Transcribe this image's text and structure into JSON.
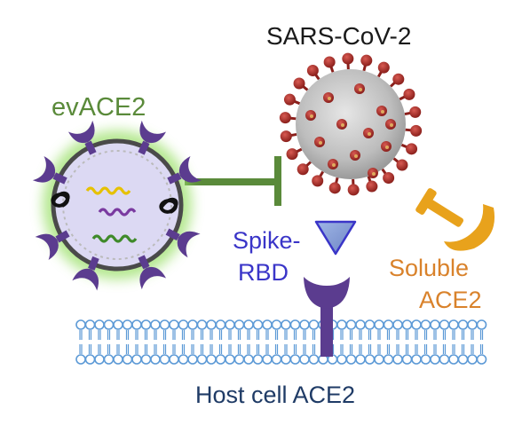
{
  "labels": {
    "virus": "SARS-CoV-2",
    "ev": "evACE2",
    "spike_line1": "Spike-",
    "spike_line2": "RBD",
    "soluble_line1": "Soluble",
    "soluble_line2": "ACE2",
    "host": "Host cell ACE2"
  },
  "colors": {
    "ev_label": "#5a8a3a",
    "ev_glow": "#9be06a",
    "inhibit_line": "#5a8a3a",
    "ace2_purple": "#5b3c8f",
    "spike_rbd": "#3a35c8",
    "soluble_ace2": "#e8a21c",
    "membrane": "#5d9ad6",
    "virus_body": "#c9c9c9",
    "virus_spike": "#b0322d",
    "host_label": "#1f3b66"
  },
  "icons": [
    "extracellular-vesicle-icon",
    "coronavirus-icon",
    "ace2-receptor-icon",
    "spike-rbd-triangle-icon",
    "soluble-ace2-icon",
    "cell-membrane-icon",
    "inhibition-arrow-icon"
  ]
}
